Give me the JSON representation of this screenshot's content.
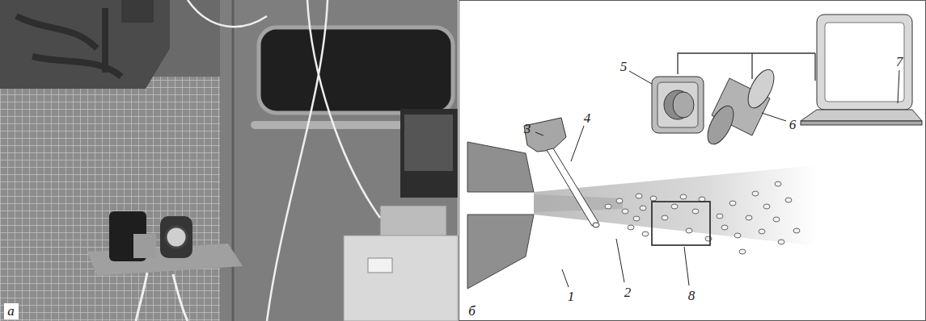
{
  "diagram": {
    "labels": [
      "а",
      "б",
      "1",
      "2",
      "3",
      "4",
      "5",
      "6",
      "7",
      "8"
    ]
  }
}
